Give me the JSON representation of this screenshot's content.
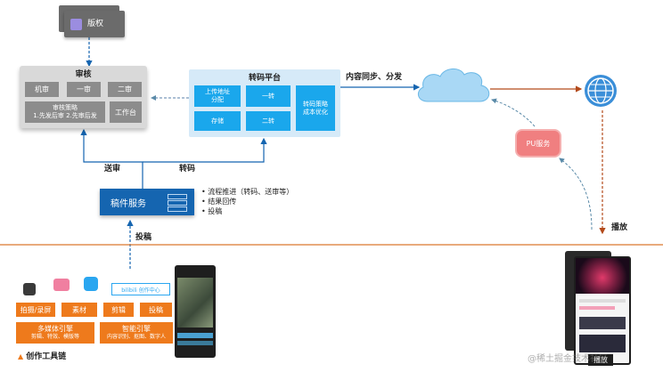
{
  "copyright": {
    "label": "版权"
  },
  "review": {
    "title": "审核",
    "items": [
      "机审",
      "一审",
      "二审"
    ],
    "strategy": "审核策略\n1.先发后审 2.先审后发",
    "workbench": "工作台"
  },
  "transcode": {
    "title": "转码平台",
    "upload": "上传地址\n分配",
    "storage": "存储",
    "line1": "一转",
    "line2": "二转",
    "strategy": "转码策略\n成本优化"
  },
  "labels": {
    "sync": "内容同步、分发",
    "send_review": "送审",
    "transcode": "转码",
    "submit": "投稿",
    "play": "播放",
    "pu_service": "PU服务",
    "tool_chain": "创作工具链"
  },
  "manuscript": {
    "title": "稿件服务",
    "bullets": [
      "流程推进（转码、送审等）",
      "结果回传",
      "投稿"
    ]
  },
  "tools": {
    "buttons": [
      "拍摄/录屏",
      "素材",
      "剪辑",
      "投稿"
    ],
    "engines": [
      {
        "title": "多媒体引擎",
        "sub": "剪辑、特效、模版等"
      },
      {
        "title": "智能引擎",
        "sub": "内容识别、抠图、数字人"
      }
    ],
    "center_logo": "bilibili 创作中心"
  },
  "watermark": "@稀土掘金技术社区",
  "colors": {
    "blue": "#1aa7ec",
    "dark_blue": "#1565b0",
    "orange": "#ee7a1c",
    "gray": "#8c8c8c",
    "pu": "#f07f80"
  }
}
